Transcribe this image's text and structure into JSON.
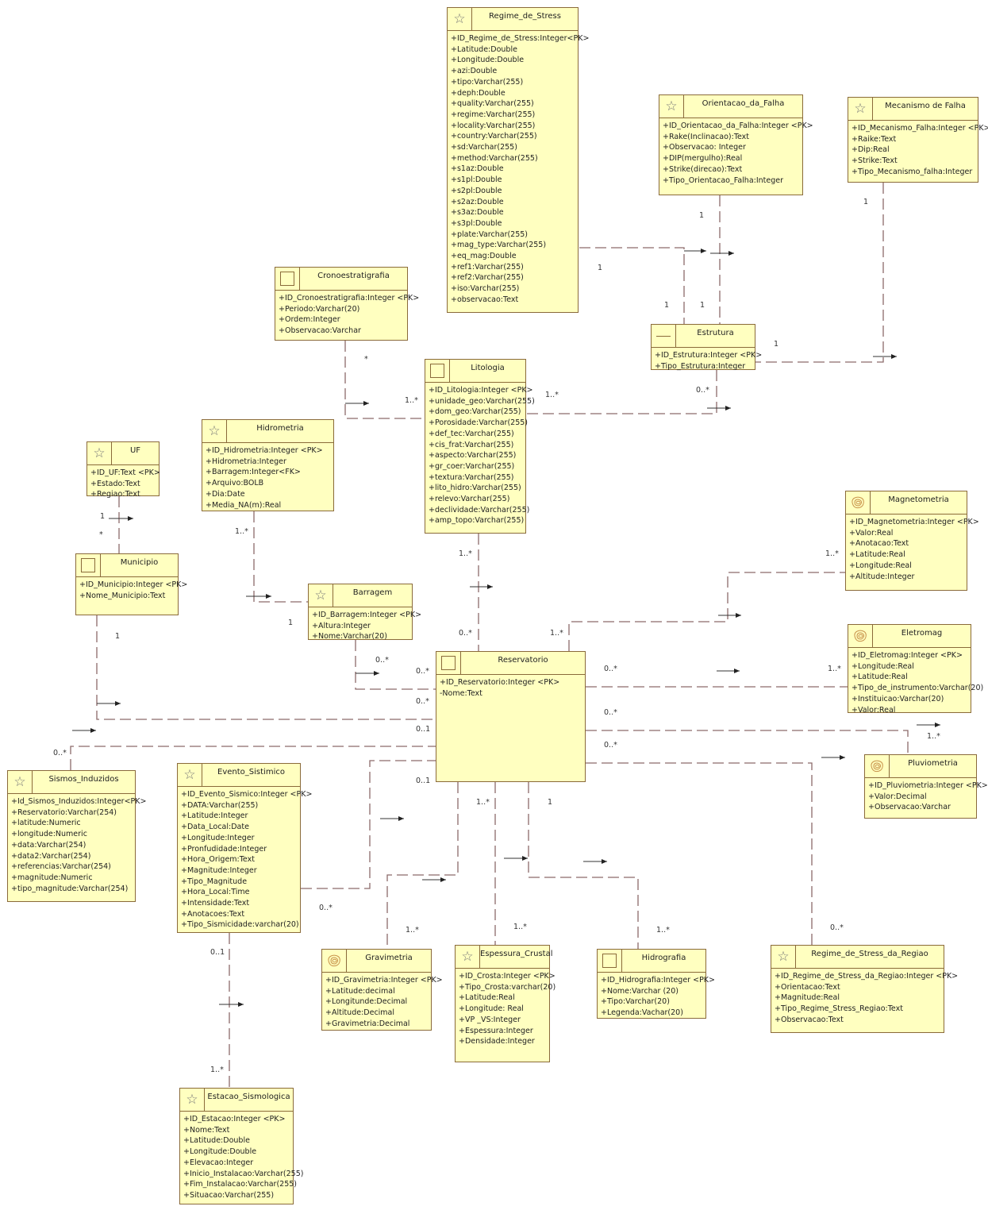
{
  "colors": {
    "box_fill": "#ffffc0",
    "box_border": "#8a6a3a",
    "link": "#8c6a6a"
  },
  "classes": {
    "regime_de_stress": {
      "name": "Regime_de_Stress",
      "icon": "star-icon",
      "attrs": [
        "+ID_Regime_de_Stress:Integer<PK>",
        "+Latitude:Double",
        "+Longitude:Double",
        "+azi:Double",
        "+tipo:Varchar(255)",
        "+deph:Double",
        "+quality:Varchar(255)",
        "+regime:Varchar(255)",
        "+locality:Varchar(255)",
        "+country:Varchar(255)",
        "+sd:Varchar(255)",
        "+method:Varchar(255)",
        "+s1az:Double",
        "+s1pl:Double",
        "+s2pl:Double",
        "+s2az:Double",
        "+s3az:Double",
        "+s3pl:Double",
        "+plate:Varchar(255)",
        "+mag_type:Varchar(255)",
        "+eq_mag:Double",
        "+ref1:Varchar(255)",
        "+ref2:Varchar(255)",
        "+iso:Varchar(255)",
        "+observacao:Text"
      ]
    },
    "orientacao_da_falha": {
      "name": "Orientacao_da_Falha",
      "icon": "star-icon",
      "attrs": [
        "+ID_Orientacao_da_Falha:Integer <PK>",
        "+Rake(Inclinacao):Text",
        "+Observacao: Integer",
        "+DIP(mergulho):Real",
        "+Strike(direcao):Text",
        "+Tipo_Orientacao_Falha:Integer"
      ]
    },
    "mecanismo_de_falha": {
      "name": "Mecanismo de Falha",
      "icon": "star-icon",
      "attrs": [
        "+ID_Mecanismo_Falha:Integer <PK>",
        "+Raike:Text",
        "+Dip:Real",
        "+Strike:Text",
        "+Tipo_Mecanismo_falha:Integer"
      ]
    },
    "cronoestratigrafia": {
      "name": "Cronoestratigrafia",
      "icon": "box-icon",
      "attrs": [
        "+ID_Cronoestratigrafia:Integer <PK>",
        "+Periodo:Varchar(20)",
        "+Ordem:Integer",
        "+Observacao:Varchar"
      ]
    },
    "estrutura": {
      "name": "Estrutura",
      "icon": "line-icon",
      "attrs": [
        "+ID_Estrutura:Integer <PK>",
        "+Tipo_Estrutura:Integer"
      ]
    },
    "litologia": {
      "name": "Litologia",
      "icon": "box-icon",
      "attrs": [
        "+ID_Litologia:Integer <PK>",
        "+unidade_geo:Varchar(255)",
        "+dom_geo:Varchar(255)",
        "+Porosidade:Varchar(255)",
        "+def_tec:Varchar(255)",
        "+cis_frat:Varchar(255)",
        "+aspecto:Varchar(255)",
        "+gr_coer:Varchar(255)",
        "+textura:Varchar(255)",
        "+lito_hidro:Varchar(255)",
        "+relevo:Varchar(255)",
        "+declividade:Varchar(255)",
        "+amp_topo:Varchar(255)"
      ]
    },
    "hidrometria": {
      "name": "Hidrometria",
      "icon": "star-icon",
      "attrs": [
        "+ID_Hidrometria:Integer <PK>",
        "+Hidrometria:Integer",
        "+Barragem:Integer<FK>",
        "+Arquivo:BOLB",
        "+Dia:Date",
        "+Media_NA(m):Real"
      ]
    },
    "uf": {
      "name": "UF",
      "icon": "star-icon",
      "attrs": [
        "+ID_UF:Text <PK>",
        "+Estado:Text",
        "+Regiao:Text"
      ]
    },
    "municipio": {
      "name": "Municipio",
      "icon": "box-icon",
      "attrs": [
        "+ID_Municipio:Integer <PK>",
        "+Nome_Municipio:Text"
      ]
    },
    "barragem": {
      "name": "Barragem",
      "icon": "star-icon",
      "attrs": [
        "+ID_Barragem:Integer <PK>",
        "+Altura:Integer",
        "+Nome:Varchar(20)"
      ]
    },
    "reservatorio": {
      "name": "Reservatorio",
      "icon": "box-icon",
      "attrs": [
        "+ID_Reservatorio:Integer <PK>",
        "-Nome:Text"
      ]
    },
    "magnetometria": {
      "name": "Magnetometria",
      "icon": "contour-map-icon",
      "attrs": [
        "+ID_Magnetometria:Integer <PK>",
        "+Valor:Real",
        "+Anotacao:Text",
        "+Latitude:Real",
        "+Longitude:Real",
        "+Altitude:Integer"
      ]
    },
    "eletromag": {
      "name": "Eletromag",
      "icon": "contour-map-icon",
      "attrs": [
        "+ID_Eletromag:Integer <PK>",
        "+Longitude:Real",
        "+Latitude:Real",
        "+Tipo_de_instrumento:Varchar(20)",
        "+Instituicao:Varchar(20)",
        "+Valor:Real"
      ]
    },
    "pluviometria": {
      "name": "Pluviometria",
      "icon": "contour-map-icon",
      "attrs": [
        "+ID_Pluviometria:Integer <PK>",
        "+Valor:Decimal",
        "+Observacao:Varchar"
      ]
    },
    "sismos_induzidos": {
      "name": "Sismos_Induzidos",
      "icon": "star-icon",
      "attrs": [
        "+Id_Sismos_Induzidos:Integer<PK>",
        "+Reservatorio:Varchar(254)",
        "+latitude:Numeric",
        "+longitude:Numeric",
        "+data:Varchar(254)",
        "+data2:Varchar(254)",
        "+referencias:Varchar(254)",
        "+magnitude:Numeric",
        "+tipo_magnitude:Varchar(254)"
      ]
    },
    "evento_sistimico": {
      "name": "Evento_Sistimico",
      "icon": "star-icon",
      "attrs": [
        "+ID_Evento_Sismico:Integer <PK>",
        "+DATA:Varchar(255)",
        "+Latitude:Integer",
        "+Data_Local:Date",
        "+Longitude:Integer",
        "+Pronfudidade:Integer",
        "+Hora_Origem:Text",
        "+Magnitude:Integer",
        "+Tipo_Magnitude",
        "+Hora_Local:Time",
        "+Intensidade:Text",
        "+Anotacoes:Text",
        "+Tipo_Sismicidade:varchar(20)"
      ]
    },
    "gravimetria": {
      "name": "Gravimetria",
      "icon": "contour-map-icon",
      "attrs": [
        "+ID_Gravimetria:Integer <PK>",
        "+Latitude:decimal",
        "+Longitunde:Decimal",
        "+Altitude:Decimal",
        "+Gravimetria:Decimal"
      ]
    },
    "espessura_crustal": {
      "name": "Espessura_Crustal",
      "icon": "star-icon",
      "attrs": [
        "+ID_Crosta:Integer <PK>",
        "+Tipo_Crosta:varchar(20)",
        "+Latitude:Real",
        "+Longitude: Real",
        "+VP _VS:Integer",
        "+Espessura:Integer",
        "+Densidade:Integer"
      ]
    },
    "hidrografia": {
      "name": "Hidrografia",
      "icon": "box-icon",
      "attrs": [
        "+ID_Hidrografia:Integer <PK>",
        "+Nome:Varchar (20)",
        "+Tipo:Varchar(20)",
        "+Legenda:Vachar(20)"
      ]
    },
    "regime_de_stress_da_regiao": {
      "name": "Regime_de_Stress_da_Regiao",
      "icon": "star-icon",
      "attrs": [
        "+ID_Regime_de_Stress_da_Regiao:Integer <PK>",
        "+Orientacao:Text",
        "+Magnitude:Real",
        "+Tipo_Regime_Stress_Regiao:Text",
        "+Observacao:Text"
      ]
    },
    "estacao_sismologica": {
      "name": "Estacao_Sismologica",
      "icon": "star-icon",
      "attrs": [
        "+ID_Estacao:Integer <PK>",
        "+Nome:Text",
        "+Latitude:Double",
        "+Longitude:Double",
        "+Elevacao:Integer",
        "+Inicio_Instalacao:Varchar(255)",
        "+Fim_Instalacao:Varchar(255)",
        "+Situacao:Varchar(255)"
      ]
    }
  },
  "multiplicities": [
    "1",
    "1",
    "1",
    "1",
    "1",
    "1",
    "0..*",
    "*",
    "1..*",
    "1..*",
    "1",
    "*",
    "1..*",
    "1",
    "1..*",
    "0..*",
    "0..*",
    "1",
    "0..*",
    "0..*",
    "0..1",
    "0..*",
    "1..*",
    "0..*",
    "1..*",
    "0..*",
    "1..*",
    "0..*",
    "0..1",
    "1..*",
    "1..*",
    "1",
    "0..*",
    "1..*",
    "1..*",
    "1..*",
    "0..*",
    "0..1",
    "1..*"
  ]
}
